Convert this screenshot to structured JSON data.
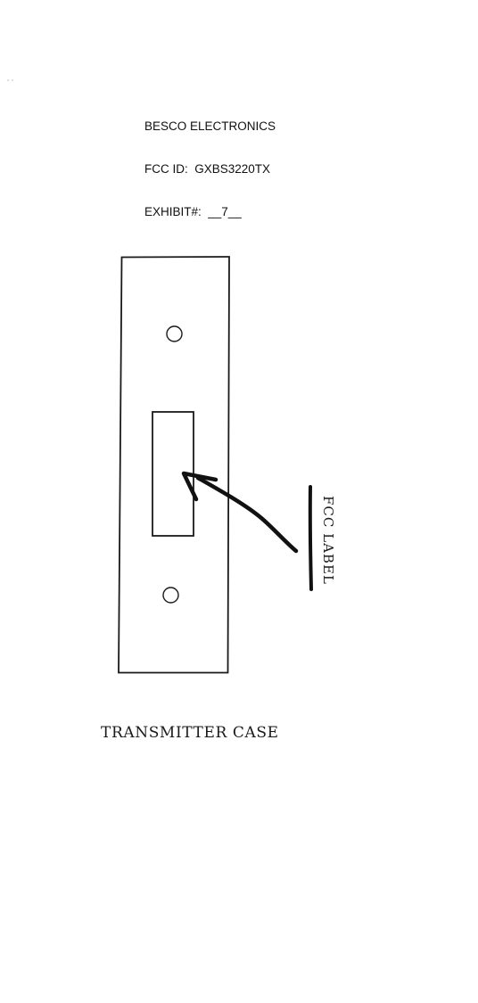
{
  "header": {
    "company": "BESCO ELECTRONICS",
    "fcc_id": "FCC ID:  GXBS3220TX",
    "exhibit": "EXHIBIT#:  __7__"
  },
  "diagram": {
    "callout_label": "FCC LABEL",
    "caption": "TRANSMITTER CASE"
  }
}
